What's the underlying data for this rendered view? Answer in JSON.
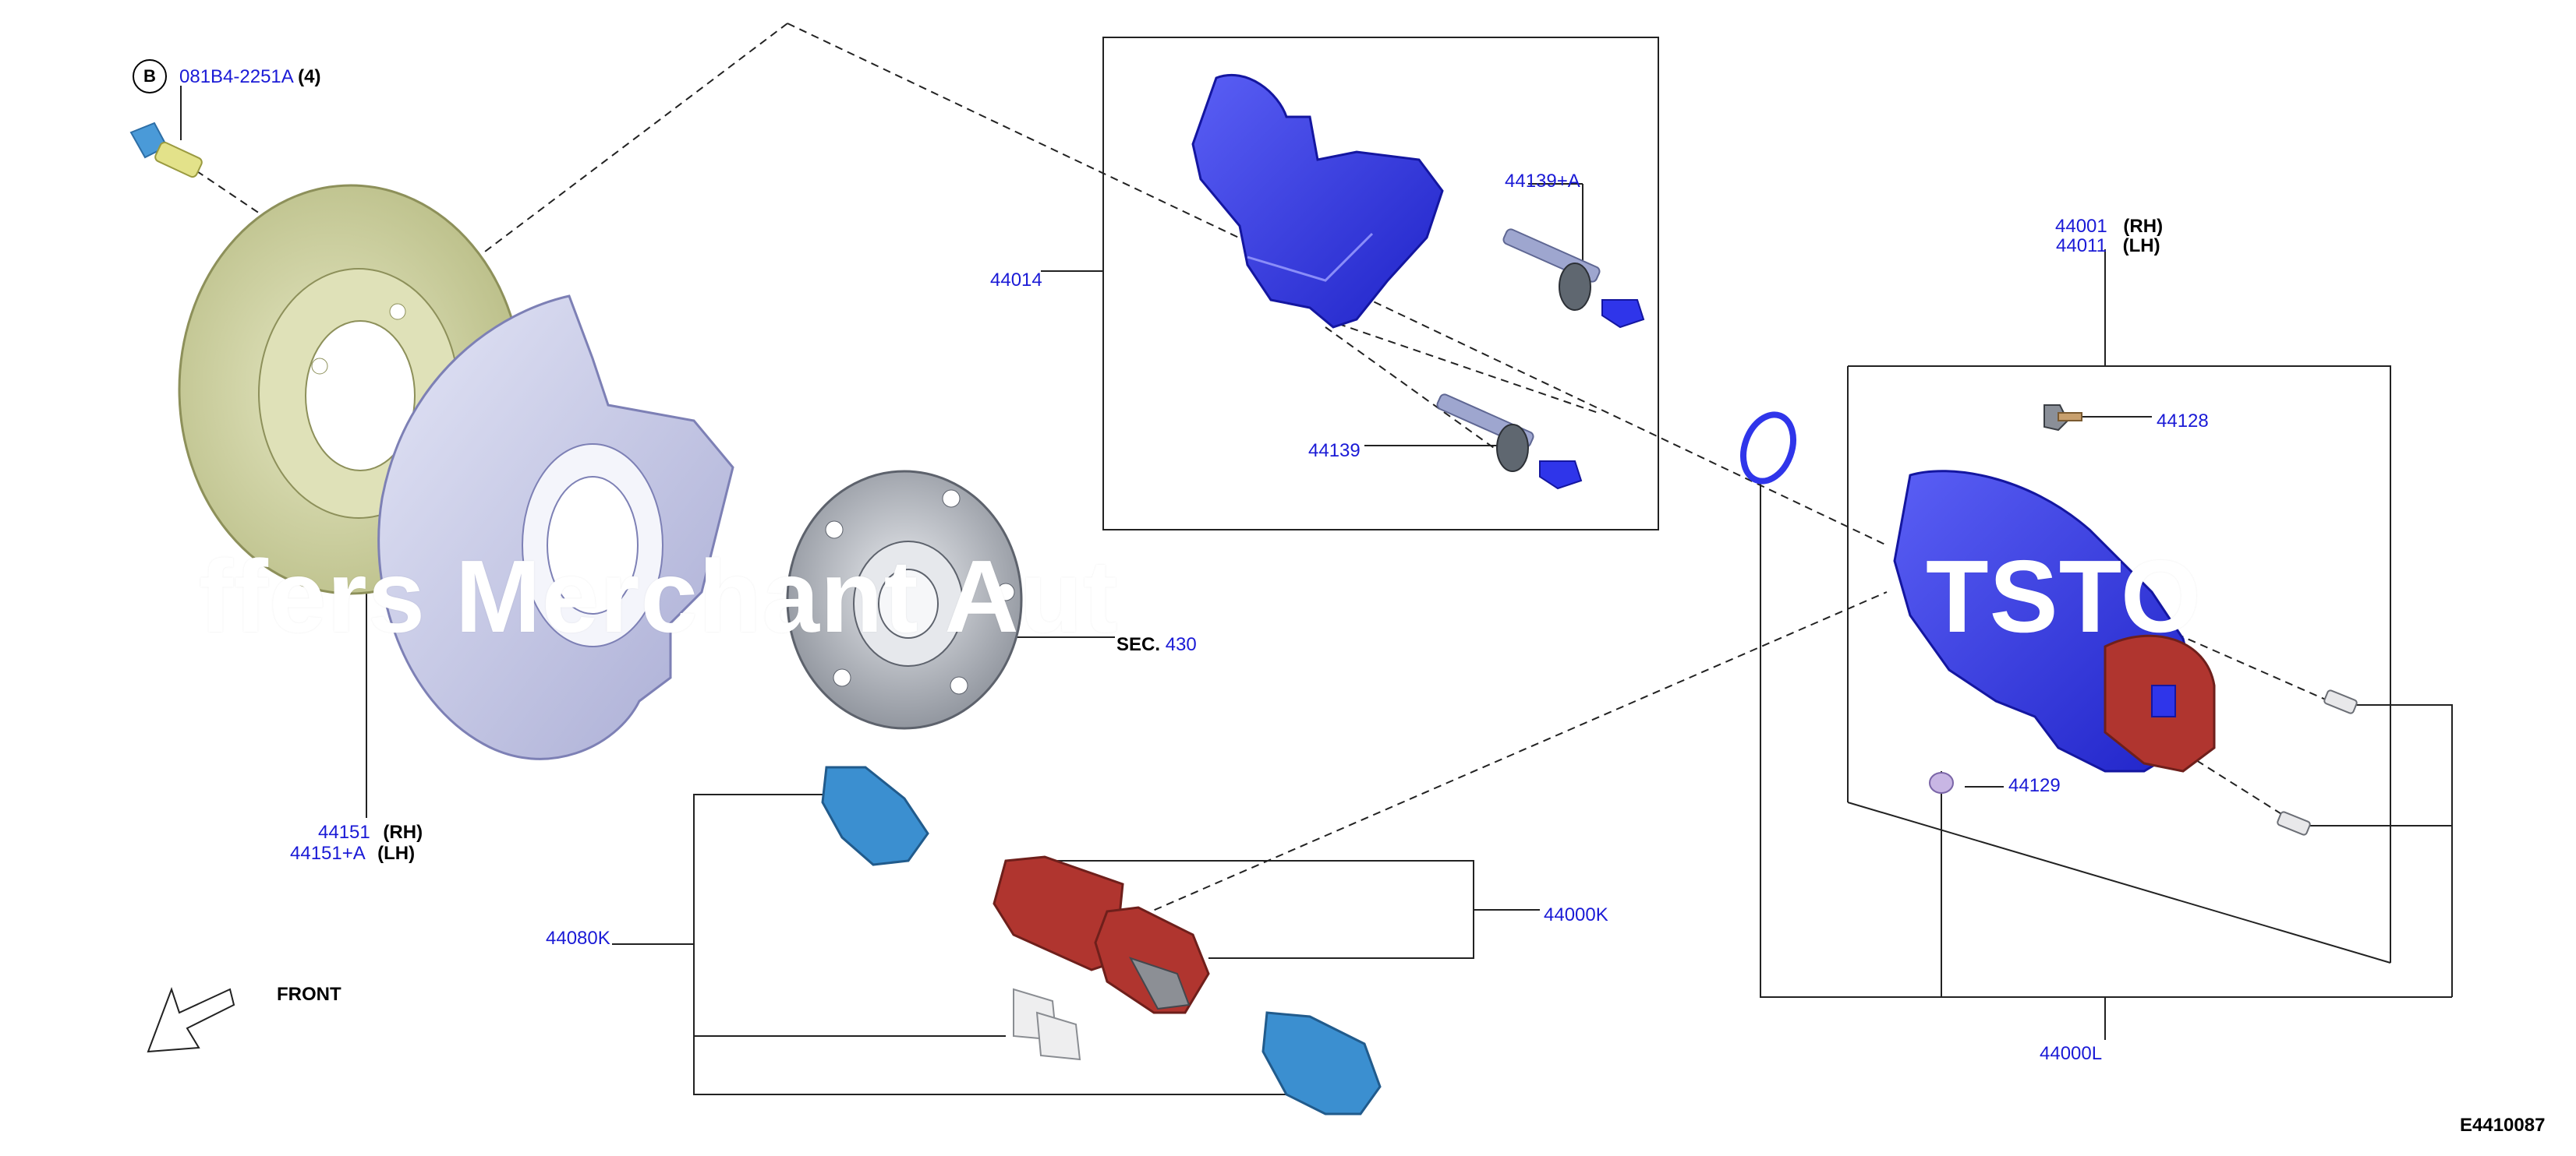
{
  "callouts": {
    "bolt": {
      "ref": "B",
      "part": "081B4-2251A",
      "qty": "(4)"
    },
    "caliper_bracket": "44014",
    "guide_pin_a": "44139+A",
    "guide_pin": "44139",
    "caliper": {
      "rh": "44001",
      "rh_side": "(RH)",
      "lh": "44011",
      "lh_side": "(LH)"
    },
    "bleeder": "44128",
    "caliper_bolt_cap": "44129",
    "caliper_assy_kit": "44000L",
    "splash_shield": {
      "rh": "44151",
      "rh_side": "(RH)",
      "lh": "44151+A",
      "lh_side": "(LH)"
    },
    "hub": {
      "sec": "SEC.",
      "num": "430"
    },
    "pad_kit": "44080K",
    "pads": "44000K",
    "front": "FRONT",
    "figure_id": "E4410087"
  },
  "watermark": {
    "left": "ffers Merchant Aut",
    "right": "TSTO"
  },
  "colors": {
    "label_blue": "#1a1ad6",
    "caliper_blue": "#2f35ea",
    "pad_red": "#b0352f",
    "pad_light_blue": "#3b8fd0",
    "rotor": "#cfd3a1",
    "shield": "#c9cbe8",
    "hub": "#b9bdc6"
  }
}
